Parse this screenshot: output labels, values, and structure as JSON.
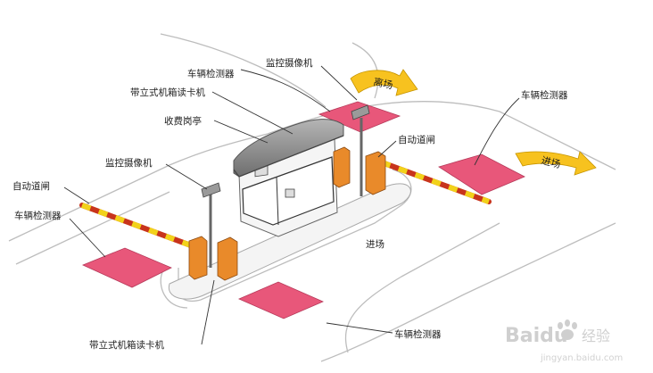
{
  "labels": {
    "detector_top": "车辆检测器",
    "camera_top": "监控摄像机",
    "card_reader_top": "带立式机箱读卡机",
    "booth": "收费岗亭",
    "camera_left": "监控摄像机",
    "barrier_left": "自动道闸",
    "detector_left": "车辆检测器",
    "barrier_right": "自动道闸",
    "detector_right": "车辆检测器",
    "entry_zone": "进场",
    "card_reader_bottom": "带立式机箱读卡机",
    "detector_bottom": "车辆检测器"
  },
  "arrows": {
    "exit": "离场",
    "entry": "进场"
  },
  "watermark": {
    "brand": "Baidu",
    "jingyan": "经验",
    "url": "jingyan.baidu.com"
  },
  "colors": {
    "detector_pad": "#e8577a",
    "arrow_yellow": "#f7c21f",
    "barrier_red": "#c8341c",
    "barrier_yellow": "#f2d21a",
    "post_orange": "#e98a2a",
    "booth_roof": "#8a8a8a"
  }
}
